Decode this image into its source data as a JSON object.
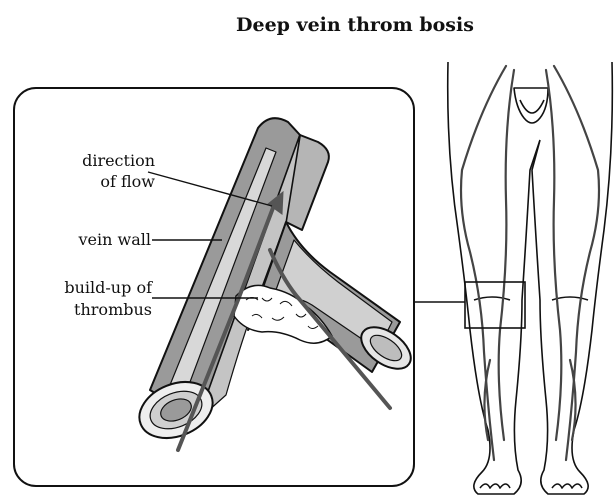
{
  "title": "Deep vein throm bosis",
  "labels": {
    "flow_line1": "direction",
    "flow_line2": "of flow",
    "wall": "vein wall",
    "thrombus_line1": "build-up of",
    "thrombus_line2": "thrombus"
  },
  "colors": {
    "outline": "#111111",
    "vessel_fill": "#9a9a9a",
    "vessel_light": "#d8d8d8",
    "thrombus": "#ffffff",
    "arrow": "#555555",
    "leg_fill": "#ffffff",
    "vein": "#444444"
  }
}
